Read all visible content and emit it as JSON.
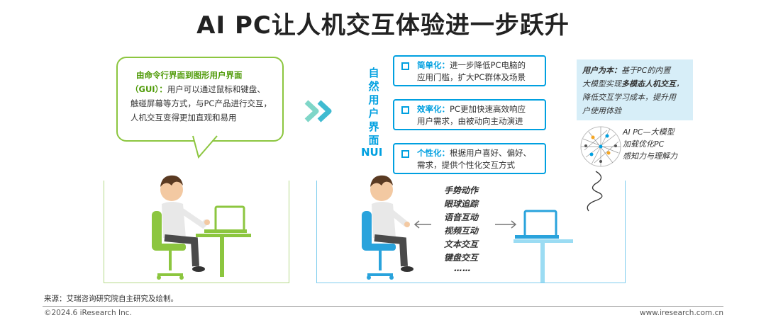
{
  "title": "AI PC让人机交互体验进一步跃升",
  "gui": {
    "heading": "由命令行界面到图形用户界面",
    "abbr": "（GUI）：",
    "body1": "用户可以通过鼠标和键盘、",
    "body2": "触碰屏幕等方式，与PC产品进行交互，",
    "body3": "人机交互变得更加直观和易用"
  },
  "nui": {
    "vertical": [
      "自",
      "然",
      "用",
      "户",
      "界",
      "面"
    ],
    "label": "NUI"
  },
  "features": [
    {
      "name": "简单化：",
      "line1": "进一步降低PC电脑的",
      "line2": "应用门槛，扩大PC群体及场景"
    },
    {
      "name": "效率化：",
      "line1": "PC更加快速高效响应",
      "line2": "用户需求，由被动向主动演进"
    },
    {
      "name": "个性化：",
      "line1": "根据用户喜好、偏好、",
      "line2": "需求，提供个性化交互方式"
    }
  ],
  "user_first": {
    "bold": "用户为本：",
    "text1": "基于PC的内置",
    "text2a": "大模型实现",
    "text2b": "多模态人机交互",
    "text2c": "，",
    "text3": "降低交互学习成本，提升用",
    "text4": "户使用体验"
  },
  "ai_pc": {
    "line1": "AI PC—大模型",
    "line2": "加载优化PC",
    "line3": "感知力与理解力"
  },
  "interactions": [
    "手势动作",
    "眼球追踪",
    "语音互动",
    "视频互动",
    "文本交互",
    "键盘交互",
    "……"
  ],
  "footer": {
    "source": "来源：艾瑞咨询研究院自主研究及绘制。",
    "copyright": "©2024.6 iResearch Inc.",
    "website": "www.iresearch.com.cn"
  },
  "colors": {
    "green": "#8cc63f",
    "blue": "#00a0e0",
    "light_blue": "#d7eef8"
  }
}
